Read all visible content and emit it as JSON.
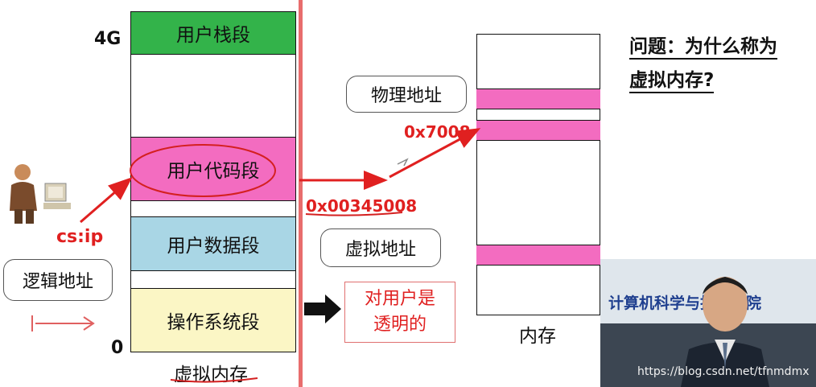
{
  "virtual_memory": {
    "top_label": "4G",
    "bottom_label": "0",
    "caption": "虚拟内存",
    "segments": {
      "stack": "用户栈段",
      "code": "用户代码段",
      "data": "用户数据段",
      "os": "操作系统段"
    }
  },
  "logical": {
    "label": "逻辑地址",
    "csip": "cs:ip"
  },
  "virtual_address": {
    "label": "虚拟地址",
    "value": "0x00345008"
  },
  "physical_address": {
    "label": "物理地址",
    "value": "0x7008"
  },
  "transparent_note": "对用户是\n透明的",
  "memory_caption": "内存",
  "question": {
    "line1": "问题：为什么称为",
    "line2": "虚拟内存?"
  },
  "video_overlay": {
    "banner": "计算机科学与技术学院",
    "watermark": "https://blog.csdn.net/tfnmdmx"
  },
  "colors": {
    "stack": "#33b34a",
    "code": "#f36cc0",
    "data": "#a9d6e5",
    "os": "#fbf6c5",
    "accent_red": "#e02020"
  }
}
